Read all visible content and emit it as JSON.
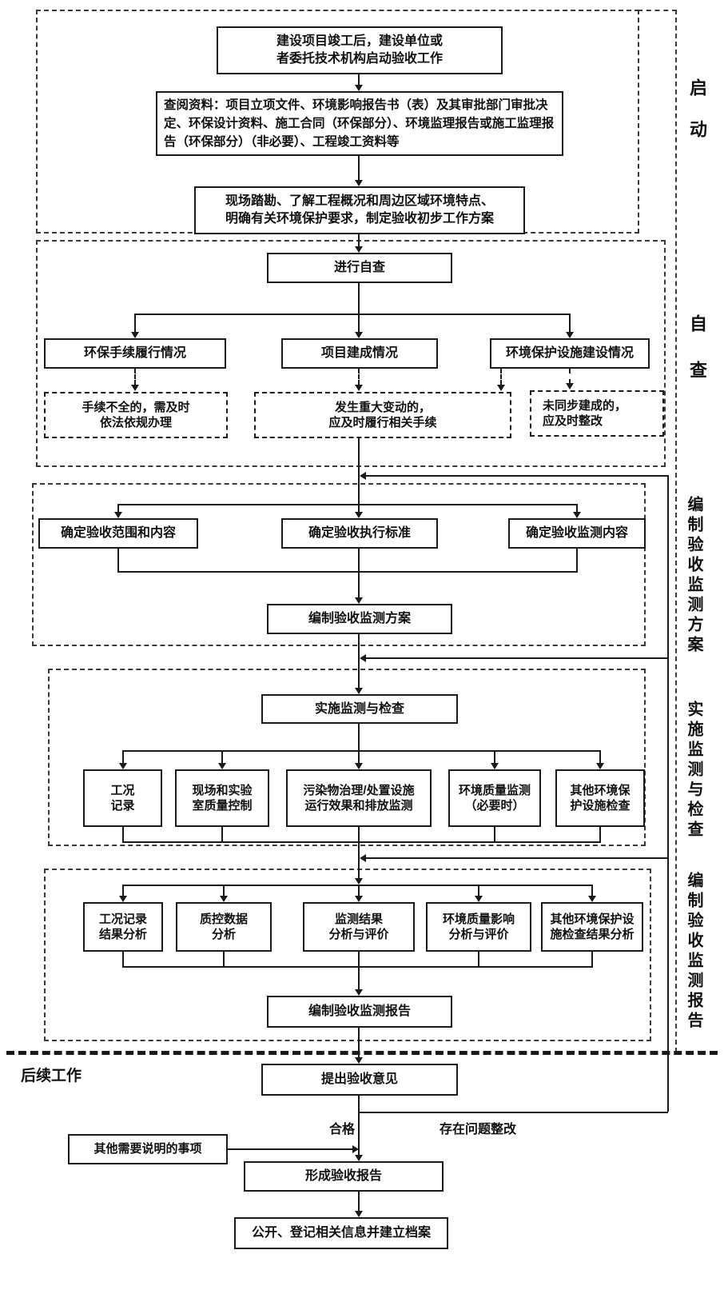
{
  "colors": {
    "line": "#1a1a1a",
    "background": "#ffffff",
    "text": "#111111"
  },
  "sections": {
    "start": {
      "side_label": "启动",
      "commission_box": "建设项目竣工后，建设单位或\n者委托技术机构启动验收工作",
      "review_docs_box": "查阅资料：项目立项文件、环境影响报告书（表）及其审批部门审批决定、环保设计资料、施工合同（环保部分）、环境监理报告或施工监理报告（环保部分）（非必要）、工程竣工资料等",
      "site_survey_box": "现场踏勘、了解工程概况和周边区域环境特点、\n明确有关环境保护要求，制定验收初步工作方案"
    },
    "self_check": {
      "side_label": "自查",
      "do_self_check_box": "进行自查",
      "procedures_box": "环保手续履行情况",
      "completion_box": "项目建成情况",
      "facilities_box": "环境保护设施建设情况",
      "procedures_remedy_box": "手续不全的，需及时\n依法依规办理",
      "completion_remedy_box": "发生重大变动的，\n应及时履行相关手续",
      "facilities_remedy_box": "未同步建成的，\n应及时整改"
    },
    "plan": {
      "side_label": "编制验收监测方案",
      "scope_box": "确定验收范围和内容",
      "standard_box": "确定验收执行标准",
      "content_box": "确定验收监测内容",
      "compile_box": "编制验收监测方案"
    },
    "monitor": {
      "side_label": "实施监测与检查",
      "implement_box": "实施监测与检查",
      "condition_box": "工况\n记录",
      "qc_box": "现场和实验\n室质量控制",
      "pollutant_box": "污染物治理/处置设施\n运行效果和排放监测",
      "quality_box": "环境质量监测\n（必要时）",
      "other_box": "其他环境保\n护设施检查"
    },
    "report": {
      "side_label": "编制验收监测报告",
      "condition_analysis_box": "工况记录\n结果分析",
      "qc_analysis_box": "质控数据\n分析",
      "result_analysis_box": "监测结果\n分析与评价",
      "impact_analysis_box": "环境质量影响\n分析与评价",
      "other_analysis_box": "其他环境保护设\n施检查结果分析",
      "compile_box": "编制验收监测报告"
    },
    "follow_up": {
      "side_label": "后续工作",
      "opinion_box": "提出验收意见",
      "qualified_label": "合格",
      "rectify_label": "存在问题整改",
      "notes_box": "其他需要说明的事项",
      "form_report_box": "形成验收报告",
      "archive_box": "公开、登记相关信息并建立档案"
    }
  }
}
